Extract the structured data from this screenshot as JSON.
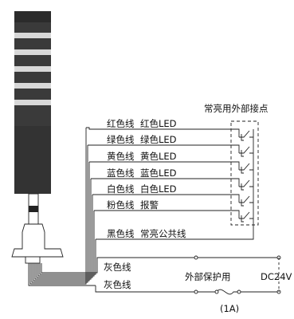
{
  "contact_box_title": "常亮用外部接点",
  "wires": [
    {
      "color_label": "红色线",
      "function_label": "红色LED"
    },
    {
      "color_label": "绿色线",
      "function_label": "绿色LED"
    },
    {
      "color_label": "黄色线",
      "function_label": "黄色LED"
    },
    {
      "color_label": "蓝色线",
      "function_label": "蓝色LED"
    },
    {
      "color_label": "白色线",
      "function_label": "白色LED"
    },
    {
      "color_label": "粉色线",
      "function_label": "报警"
    },
    {
      "color_label": "黑色线",
      "function_label": "常亮公共线"
    }
  ],
  "power_wires": [
    {
      "color_label": "灰色线"
    },
    {
      "color_label": "灰色线"
    }
  ],
  "fuse": {
    "label": "外部保护用",
    "rating": "(1A)"
  },
  "supply": {
    "label": "DC24V"
  }
}
